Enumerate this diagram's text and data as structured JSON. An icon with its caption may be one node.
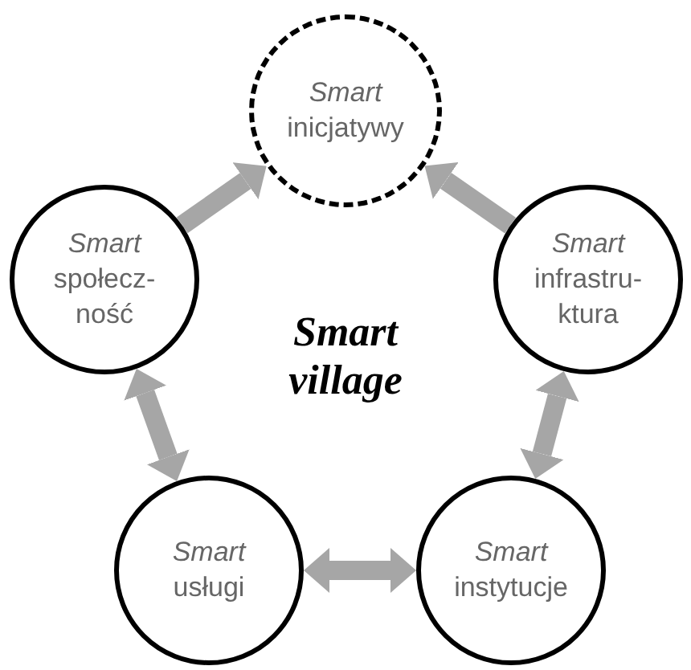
{
  "diagram": {
    "nodes": [
      {
        "text": [
          "*Smart* inicjatywy"
        ]
      },
      {
        "text": [
          "*Smart* społecz-ność"
        ]
      },
      {
        "text": [
          "*Smart* infrastru-ktura"
        ]
      },
      {
        "text": [
          "*Smart* usługi"
        ]
      },
      {
        "text": [
          "*Smart* instytucje"
        ]
      }
    ],
    "edges": [
      {
        "from": 1,
        "to": 0,
        "arrow": "to"
      },
      {
        "from": 2,
        "to": 0,
        "arrow": "to"
      },
      {
        "from": 1,
        "to": 3,
        "arrow": "both"
      },
      {
        "from": 2,
        "to": 4,
        "arrow": "both"
      },
      {
        "from": 3,
        "to": 4,
        "arrow": "both"
      }
    ],
    "labels": [
      "Smart village"
    ]
  }
}
